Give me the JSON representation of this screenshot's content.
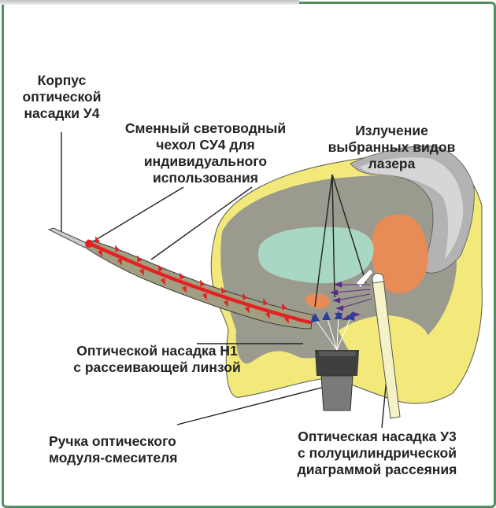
{
  "colors": {
    "frame": "#4f8f63",
    "body_tissue": "#f2e97a",
    "inner_tissue": "#9b9a8e",
    "bladder": "#a8d7c4",
    "rectum": "#b3b3b3",
    "uterus": "#e78c56",
    "light_guide": "#e32222",
    "scatter_arrows": "#5b2a8c",
    "handle": "#6b6b6b"
  },
  "labels": {
    "body": [
      "Корпус",
      "оптической",
      "насадки У4"
    ],
    "sheath": [
      "Сменный световодный",
      "чехол СУ4 для",
      "индивидуального",
      "использования"
    ],
    "radiation": [
      "Излучение",
      "выбранных видов",
      "лазера"
    ],
    "h1": [
      "Оптической насадка Н1",
      "с рассеивающей линзой"
    ],
    "handle": [
      "Ручка оптического",
      "модуля-смесителя"
    ],
    "u3": [
      "Оптическая насадка У3",
      "с полуцилиндрической",
      "диаграммой рассеяния"
    ]
  }
}
